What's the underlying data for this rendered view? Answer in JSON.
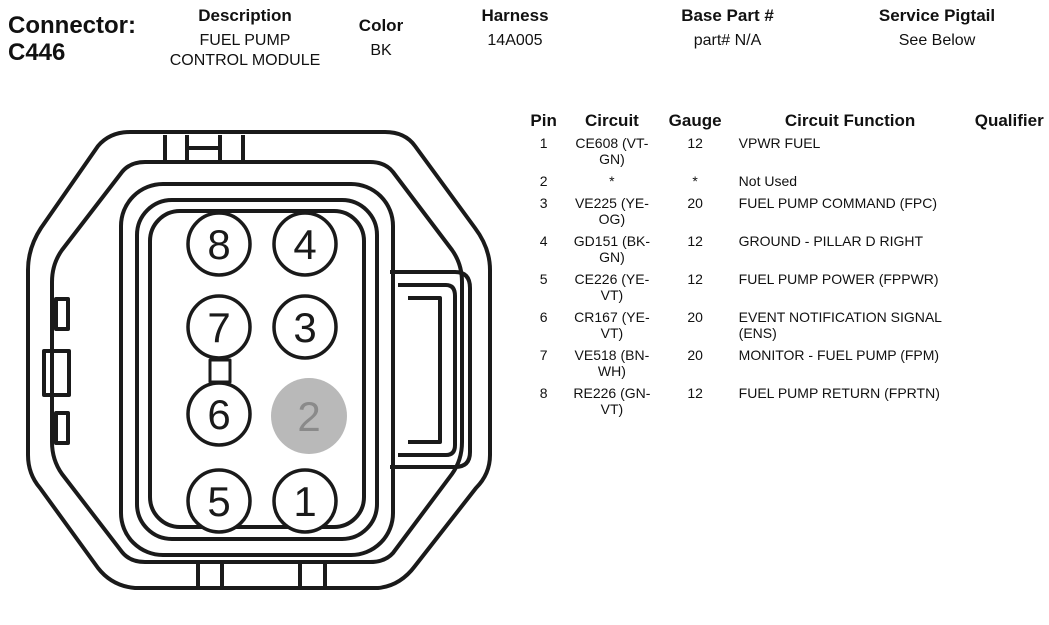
{
  "connector": {
    "label": "Connector:",
    "id": "C446"
  },
  "header": {
    "description": {
      "title": "Description",
      "line1": "FUEL PUMP",
      "line2": "CONTROL MODULE"
    },
    "color": {
      "title": "Color",
      "value": "BK"
    },
    "harness": {
      "title": "Harness",
      "value": "14A005"
    },
    "base_part": {
      "title": "Base Part #",
      "value": "part# N/A"
    },
    "service_pigtail": {
      "title": "Service Pigtail",
      "value": "See Below"
    }
  },
  "table": {
    "headers": {
      "pin": "Pin",
      "circuit": "Circuit",
      "gauge": "Gauge",
      "function": "Circuit Function",
      "qualifier": "Qualifier"
    },
    "rows": [
      {
        "pin": "1",
        "circuit": "CE608 (VT-GN)",
        "gauge": "12",
        "function": "VPWR FUEL",
        "qualifier": ""
      },
      {
        "pin": "2",
        "circuit": "*",
        "gauge": "*",
        "function": "Not Used",
        "qualifier": ""
      },
      {
        "pin": "3",
        "circuit": "VE225 (YE-OG)",
        "gauge": "20",
        "function": "FUEL PUMP COMMAND (FPC)",
        "qualifier": ""
      },
      {
        "pin": "4",
        "circuit": "GD151 (BK-GN)",
        "gauge": "12",
        "function": "GROUND - PILLAR D RIGHT",
        "qualifier": ""
      },
      {
        "pin": "5",
        "circuit": "CE226 (YE-VT)",
        "gauge": "12",
        "function": "FUEL PUMP POWER (FPPWR)",
        "qualifier": ""
      },
      {
        "pin": "6",
        "circuit": "CR167 (YE-VT)",
        "gauge": "20",
        "function": "EVENT NOTIFICATION SIGNAL (ENS)",
        "qualifier": ""
      },
      {
        "pin": "7",
        "circuit": "VE518 (BN-WH)",
        "gauge": "20",
        "function": "MONITOR - FUEL PUMP (FPM)",
        "qualifier": ""
      },
      {
        "pin": "8",
        "circuit": "RE226 (GN-VT)",
        "gauge": "12",
        "function": "FUEL PUMP RETURN (FPRTN)",
        "qualifier": ""
      }
    ]
  },
  "diagram": {
    "pins": [
      {
        "label": "8",
        "unused": false
      },
      {
        "label": "4",
        "unused": false
      },
      {
        "label": "7",
        "unused": false
      },
      {
        "label": "3",
        "unused": false
      },
      {
        "label": "6",
        "unused": false
      },
      {
        "label": "2",
        "unused": true
      },
      {
        "label": "5",
        "unused": false
      },
      {
        "label": "1",
        "unused": false
      }
    ],
    "colors": {
      "outline": "#1a1a1a",
      "unused_fill": "#b9b9b9",
      "unused_text": "#8a8a8a"
    }
  }
}
